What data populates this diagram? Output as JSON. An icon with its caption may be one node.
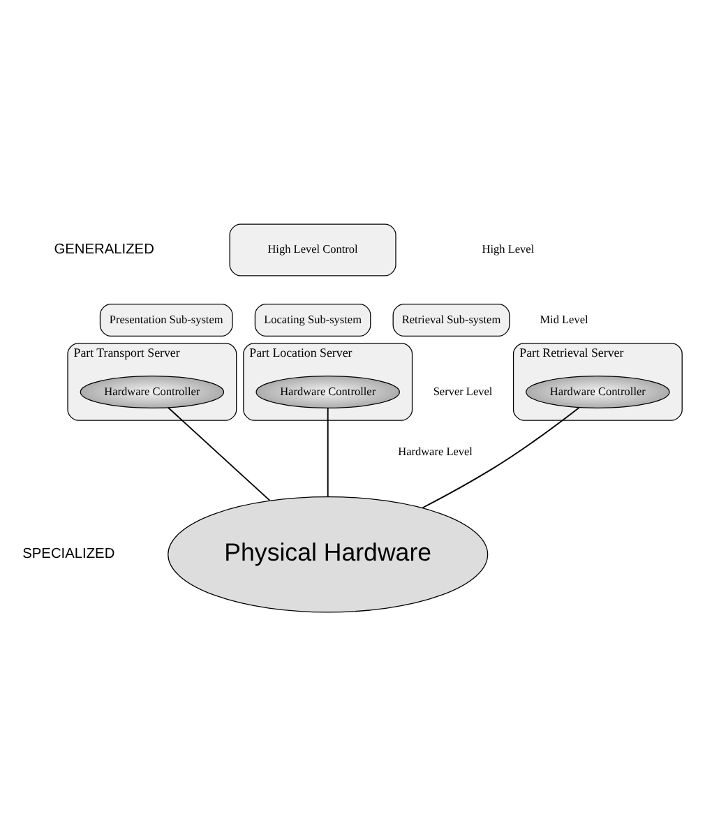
{
  "diagram": {
    "nodes": [
      {
        "text": [
          "High Level Control"
        ]
      },
      {
        "text": [
          "Presentation Sub-system"
        ]
      },
      {
        "text": [
          "Locating Sub-system"
        ]
      },
      {
        "text": [
          "Retrieval Sub-system"
        ]
      },
      {
        "text": [
          "Part Transport Server"
        ]
      },
      {
        "text": [
          "Hardware Controller"
        ],
        "in": 4
      },
      {
        "text": [
          "Part Location Server"
        ]
      },
      {
        "text": [
          "Hardware Controller"
        ],
        "in": 6
      },
      {
        "text": [
          "Part Retrieval Server"
        ]
      },
      {
        "text": [
          "Hardware Controller"
        ],
        "in": 8
      },
      {
        "text": [
          "Physical Hardware"
        ]
      }
    ],
    "edges": [
      {
        "from": 5,
        "to": 10,
        "arrow": "none"
      },
      {
        "from": 7,
        "to": 10,
        "arrow": "none"
      },
      {
        "from": 9,
        "to": 10,
        "arrow": "none"
      }
    ],
    "labels": [
      "GENERALIZED",
      "High Level",
      "Mid Level",
      "Server Level",
      "Hardware Level",
      "SPECIALIZED"
    ]
  }
}
